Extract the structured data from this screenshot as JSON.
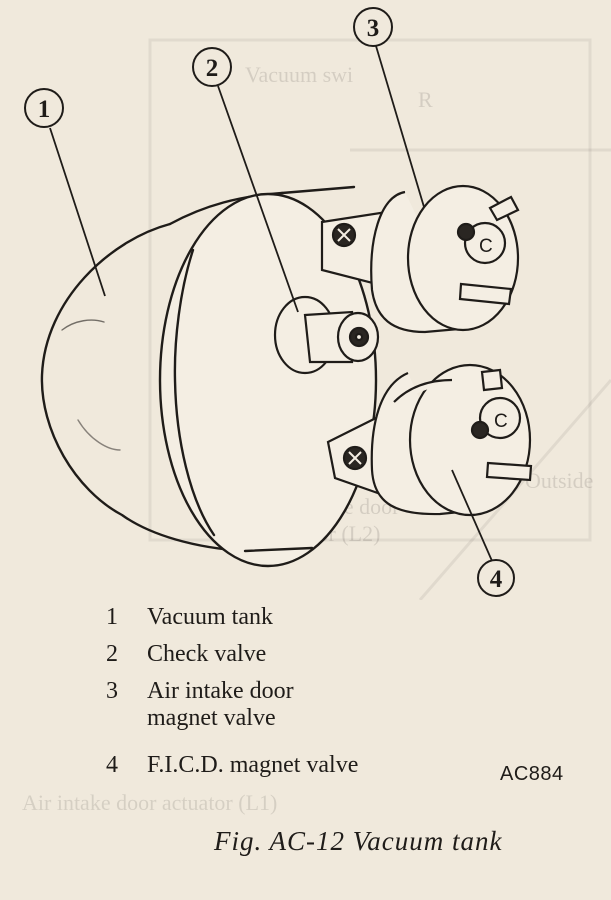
{
  "callouts": [
    "1",
    "2",
    "3",
    "4"
  ],
  "legend": [
    {
      "num": "1",
      "text": "Vacuum tank"
    },
    {
      "num": "2",
      "text": "Check valve"
    },
    {
      "num": "3",
      "text": "Air intake door\nmagnet valve"
    },
    {
      "num": "4",
      "text": "F.I.C.D. magnet valve"
    }
  ],
  "code": "AC884",
  "caption": "Fig. AC-12  Vacuum tank",
  "bleed_through": [
    "Vacuum swi",
    "R",
    "Outside",
    "Air intake door",
    "actuator (L2)",
    "Air intake door actuator (L1)"
  ],
  "colors": {
    "paper": "#f0e9dc",
    "ink": "#1f1c19"
  }
}
